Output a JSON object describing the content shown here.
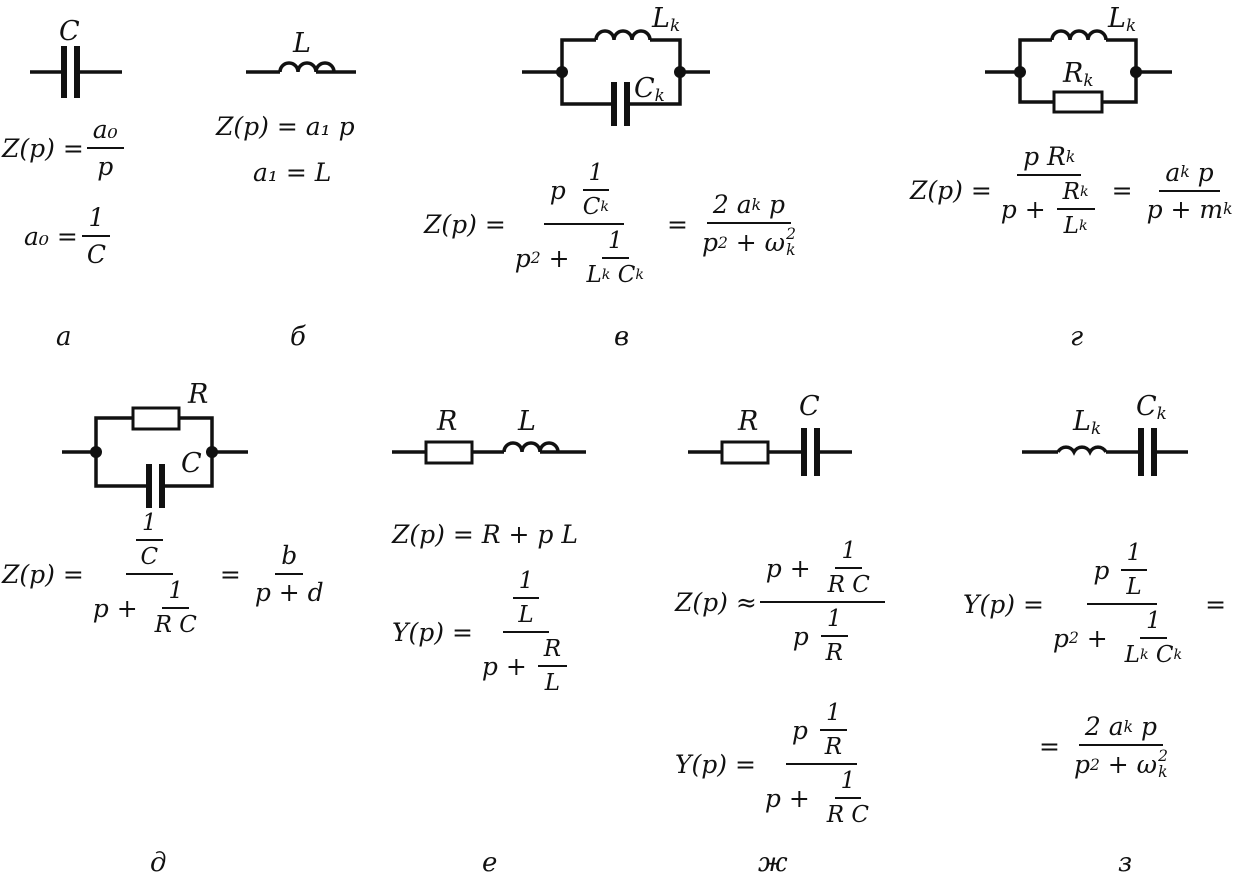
{
  "labels": {
    "C": "C",
    "L": "L",
    "R": "R",
    "Lk": "L",
    "Ck": "C",
    "Rk": "R",
    "k": "k"
  },
  "panels": [
    "а",
    "б",
    "в",
    "г",
    "д",
    "е",
    "ж",
    "з"
  ],
  "formulas": {
    "a": {
      "lhs": "Z(p) =",
      "num": "a₀",
      "den": "p",
      "coef_lhs": "a₀ =",
      "coef_num": "1",
      "coef_den": "C"
    },
    "b": {
      "line1": "Z(p) = a₁ p",
      "line2": "a₁ = L"
    },
    "v": {
      "lhs": "Z(p) ="
    },
    "g": {
      "lhs": "Z(p) ="
    },
    "d": {
      "lhs": "Z(p) =",
      "rhs_num": "b",
      "rhs_den": "p + d"
    },
    "e": {
      "z": "Z(p) = R + p L",
      "ylhs": "Y(p) ="
    },
    "zh": {
      "zlhs": "Z(p) ≈",
      "ylhs": "Y(p) ="
    },
    "z": {
      "ylhs": "Y(p) ="
    }
  }
}
